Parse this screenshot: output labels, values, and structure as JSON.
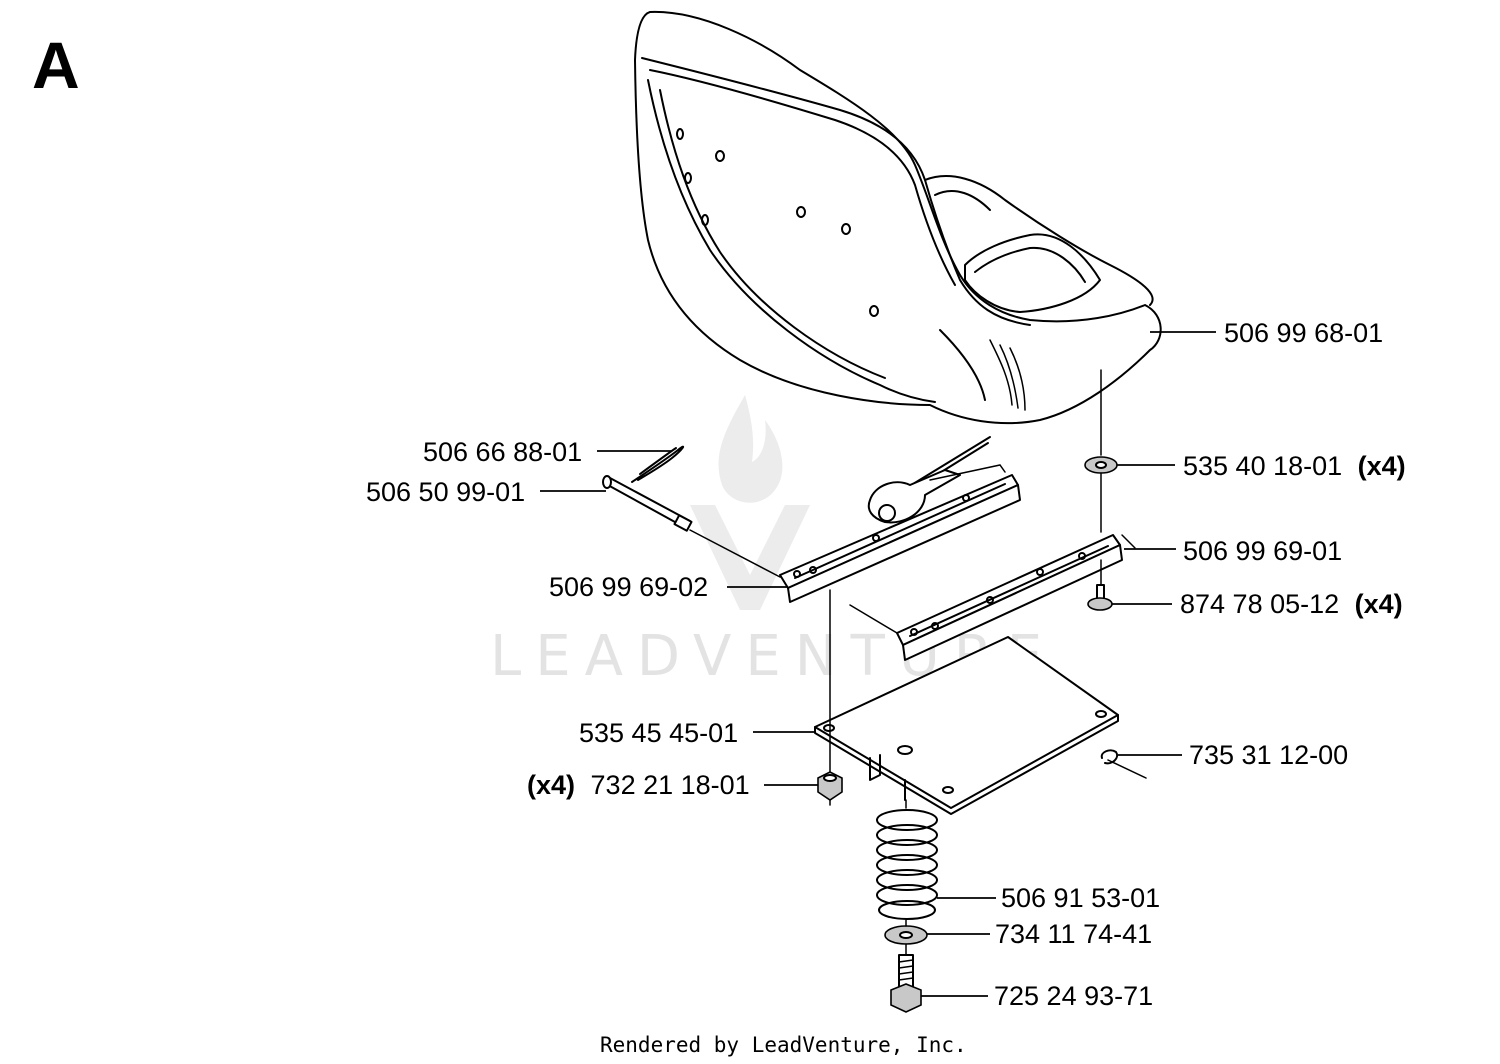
{
  "section_letter": "A",
  "watermark": "LEADVENTURE",
  "footer": "Rendered by LeadVenture, Inc.",
  "parts": [
    {
      "id": "seat",
      "number": "506 99 68-01",
      "qty": ""
    },
    {
      "id": "r-clip",
      "number": "506 66 88-01",
      "qty": ""
    },
    {
      "id": "pin",
      "number": "506 50 99-01",
      "qty": ""
    },
    {
      "id": "washer-top",
      "number": "535 40 18-01",
      "qty": "(x4)"
    },
    {
      "id": "slide-rail-right",
      "number": "506 99 69-01",
      "qty": ""
    },
    {
      "id": "slide-rail-left",
      "number": "506 99 69-02",
      "qty": ""
    },
    {
      "id": "screw",
      "number": "874 78 05-12",
      "qty": "(x4)"
    },
    {
      "id": "seat-plate",
      "number": "535 45 45-01",
      "qty": ""
    },
    {
      "id": "lock-nut",
      "number": "732 21 18-01",
      "qty": "(x4)"
    },
    {
      "id": "clip",
      "number": "735 31 12-00",
      "qty": ""
    },
    {
      "id": "spring",
      "number": "506 91 53-01",
      "qty": ""
    },
    {
      "id": "washer-bottom",
      "number": "734 11 74-41",
      "qty": ""
    },
    {
      "id": "bolt",
      "number": "725 24 93-71",
      "qty": ""
    }
  ]
}
